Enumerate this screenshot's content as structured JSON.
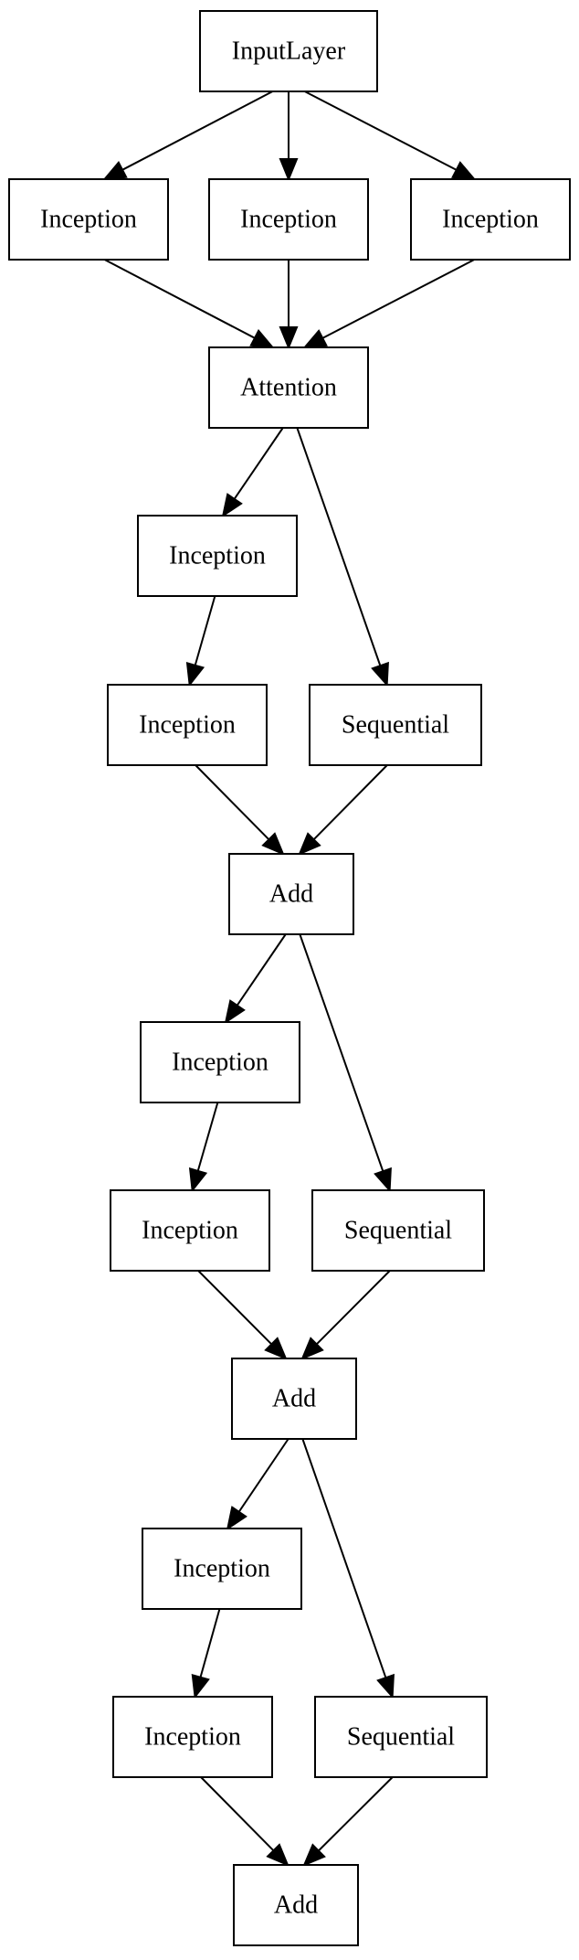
{
  "diagram": {
    "nodes": [
      {
        "id": "input",
        "label": "InputLayer"
      },
      {
        "id": "inc_a1",
        "label": "Inception"
      },
      {
        "id": "inc_a2",
        "label": "Inception"
      },
      {
        "id": "inc_a3",
        "label": "Inception"
      },
      {
        "id": "attention",
        "label": "Attention"
      },
      {
        "id": "inc_b1",
        "label": "Inception"
      },
      {
        "id": "inc_b2",
        "label": "Inception"
      },
      {
        "id": "seq_b",
        "label": "Sequential"
      },
      {
        "id": "add_b",
        "label": "Add"
      },
      {
        "id": "inc_c1",
        "label": "Inception"
      },
      {
        "id": "inc_c2",
        "label": "Inception"
      },
      {
        "id": "seq_c",
        "label": "Sequential"
      },
      {
        "id": "add_c",
        "label": "Add"
      },
      {
        "id": "inc_d1",
        "label": "Inception"
      },
      {
        "id": "inc_d2",
        "label": "Inception"
      },
      {
        "id": "seq_d",
        "label": "Sequential"
      },
      {
        "id": "add_d",
        "label": "Add"
      }
    ],
    "edges": [
      [
        "input",
        "inc_a1"
      ],
      [
        "input",
        "inc_a2"
      ],
      [
        "input",
        "inc_a3"
      ],
      [
        "inc_a1",
        "attention"
      ],
      [
        "inc_a2",
        "attention"
      ],
      [
        "inc_a3",
        "attention"
      ],
      [
        "attention",
        "inc_b1"
      ],
      [
        "attention",
        "seq_b"
      ],
      [
        "inc_b1",
        "inc_b2"
      ],
      [
        "inc_b2",
        "add_b"
      ],
      [
        "seq_b",
        "add_b"
      ],
      [
        "add_b",
        "inc_c1"
      ],
      [
        "add_b",
        "seq_c"
      ],
      [
        "inc_c1",
        "inc_c2"
      ],
      [
        "inc_c2",
        "add_c"
      ],
      [
        "seq_c",
        "add_c"
      ],
      [
        "add_c",
        "inc_d1"
      ],
      [
        "add_c",
        "seq_d"
      ],
      [
        "inc_d1",
        "inc_d2"
      ],
      [
        "inc_d2",
        "add_d"
      ],
      [
        "seq_d",
        "add_d"
      ]
    ]
  }
}
